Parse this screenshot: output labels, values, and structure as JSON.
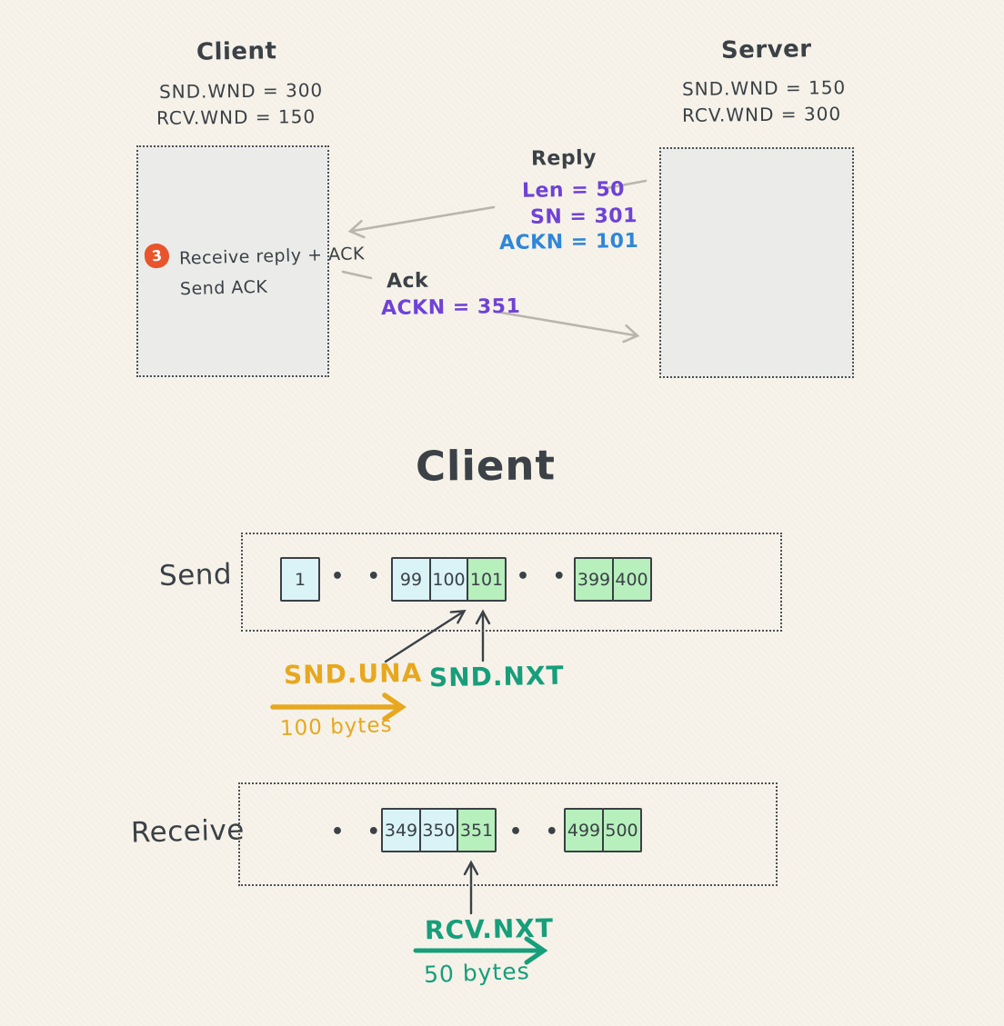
{
  "colors": {
    "ink": "#3b4146",
    "gray_arrow": "#b8b5ad",
    "purple": "#6f42d6",
    "blue": "#2f86d9",
    "gold": "#e7a81f",
    "teal": "#179e7b",
    "badge_orange": "#e8542c",
    "cell_cyan": "#d9f3f7",
    "cell_green": "#b7efbd",
    "panel_gray": "#ebebe9",
    "paper": "#f7f3ea"
  },
  "sequence": {
    "client": {
      "title": "Client",
      "stats": [
        "SND.WND = 300",
        "RCV.WND = 150"
      ]
    },
    "server": {
      "title": "Server",
      "stats": [
        "SND.WND = 150",
        "RCV.WND = 300"
      ]
    },
    "reply": {
      "label": "Reply",
      "len": "Len = 50",
      "sn": "SN = 301",
      "ackn": "ACKN = 101"
    },
    "ack": {
      "label": "Ack",
      "ackn": "ACKN = 351"
    },
    "step3": {
      "badge": "3",
      "line1": "Receive reply + ACK",
      "line2": "Send ACK"
    }
  },
  "client_detail": {
    "title": "Client",
    "dots": "•  •  •",
    "send": {
      "label": "Send",
      "cells": [
        {
          "value": "1",
          "state": "sent-acked"
        },
        {
          "value": "99",
          "state": "sent-acked"
        },
        {
          "value": "100",
          "state": "sent-acked"
        },
        {
          "value": "101",
          "state": "usable"
        },
        {
          "value": "399",
          "state": "usable"
        },
        {
          "value": "400",
          "state": "usable"
        }
      ],
      "snd_una": {
        "label": "SND.UNA",
        "note": "100 bytes"
      },
      "snd_nxt": {
        "label": "SND.NXT"
      }
    },
    "receive": {
      "label": "Receive",
      "cells": [
        {
          "value": "349",
          "state": "received"
        },
        {
          "value": "350",
          "state": "received"
        },
        {
          "value": "351",
          "state": "expected"
        },
        {
          "value": "499",
          "state": "expected"
        },
        {
          "value": "500",
          "state": "expected"
        }
      ],
      "rcv_nxt": {
        "label": "RCV.NXT",
        "note": "50 bytes"
      }
    }
  }
}
